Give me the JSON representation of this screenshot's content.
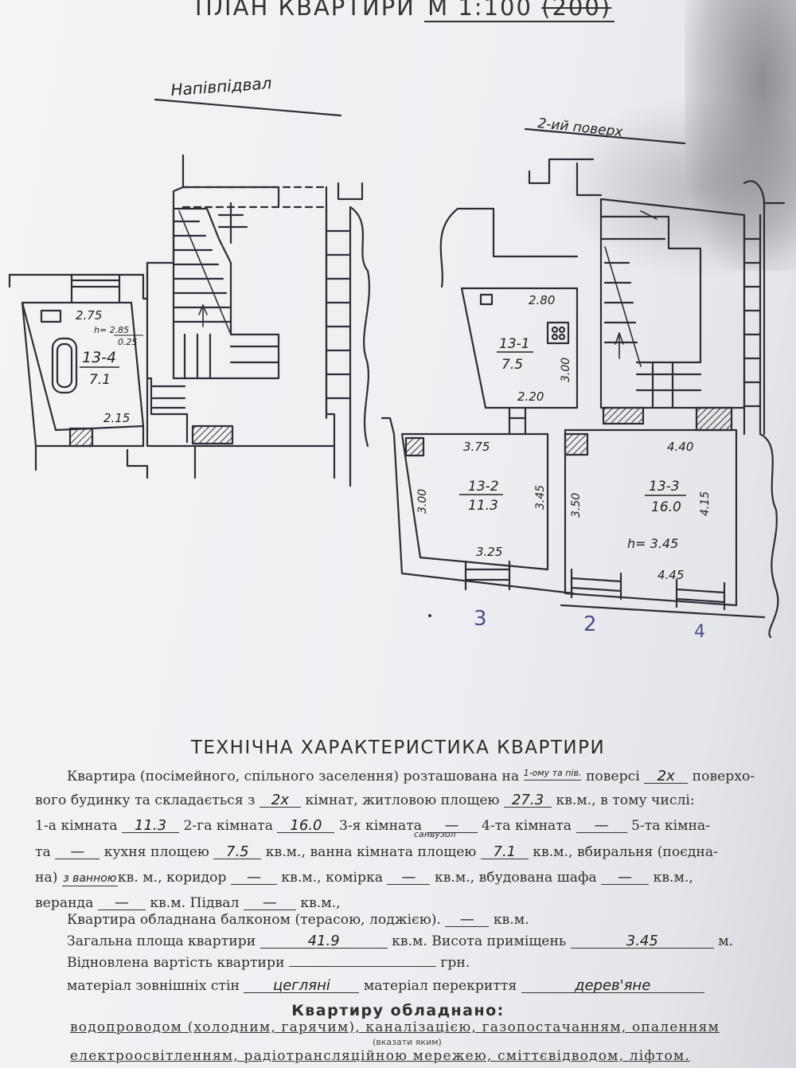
{
  "header": {
    "title": "ПЛАН КВАРТИРИ",
    "scale": "М 1:100",
    "scale_alt": "(200)"
  },
  "plan": {
    "left_label": "Напівпідвал",
    "right_label": "2-ий поверх",
    "rooms": [
      {
        "id": "13-4",
        "area": "7.1",
        "dim_top": "2.75",
        "dim_bottom": "2.15",
        "height_note": "h= 2.85",
        "height_note2": "0.25"
      },
      {
        "id": "13-1",
        "area": "7.5",
        "dim_top": "2.80",
        "dim_bottom": "2.20",
        "dim_side": "3.00"
      },
      {
        "id": "13-2",
        "area": "11.3",
        "dim_top": "3.75",
        "dim_bottom": "3.25",
        "dim_left": "3.00",
        "dim_right": "3.45"
      },
      {
        "id": "13-3",
        "area": "16.0",
        "dim_top": "4.40",
        "dim_bottom": "4.45",
        "dim_left": "3.50",
        "dim_right": "4.15",
        "height_note": "h= 3.45"
      }
    ],
    "window_numbers": [
      "3",
      "2",
      "4"
    ]
  },
  "tech": {
    "section_title": "ТЕХНІЧНА ХАРАКТЕРИСТИКА КВАРТИРИ",
    "l1_a": "Квартира (посімейного, спільного заселення) розташована на",
    "floor_value": "1-ому та пів.",
    "l1_b": "поверсі",
    "storeys_value": "2х",
    "l1_c": "поверхо-",
    "l2_a": "вого будинку та складається з",
    "rooms_value": "2х",
    "l2_b": "кімнат, житловою площею",
    "living_area": "27.3",
    "l2_c": "кв.м., в тому числі:",
    "room1_label": "1-а кімната",
    "room1": "11.3",
    "room2_label": "2-га кімната",
    "room2": "16.0",
    "room3_label": "3-я кімната",
    "room3": "—",
    "room4_label": "4-та кімната",
    "room4": "—",
    "room5_label": "5-та кімна-",
    "l4_a": "та",
    "room5": "—",
    "kitchen_label": "кухня площею",
    "kitchen": "7.5",
    "kitchen_unit": "кв.м., ванна кімната площею",
    "bath_correction": "санвузол",
    "bath": "7.1",
    "l4_c": "кв.м., вбиральня (поєдна-",
    "l5_a": "на)",
    "toilet": "з ванною",
    "l5_b": "кв. м., коридор",
    "corridor": "—",
    "l5_c": "кв.м., комірка",
    "closet": "—",
    "l5_d": "кв.м., вбудована шафа",
    "wardrobe": "—",
    "l5_e": "кв.м.,",
    "l6_a": "веранда",
    "veranda": "—",
    "l6_b": "кв.м. Підвал",
    "basement": "—",
    "l6_c": "кв.м.,",
    "l7_a": "Квартира обладнана балконом (терасою, лоджією).",
    "balcony": "—",
    "l7_b": "кв.м.",
    "l8_a": "Загальна площа квартири",
    "total_area": "41.9",
    "l8_b": "кв.м. Висота приміщень",
    "height": "3.45",
    "l8_c": "м.",
    "l9_a": "Відновлена вартість квартири",
    "cost": "",
    "l9_b": "грн.",
    "l10_a": "матеріал зовнішніх стін",
    "walls": "цегляні",
    "l10_b": "матеріал перекриття",
    "ceiling": "дерев'яне"
  },
  "equipment": {
    "title": "Квартиру обладнано:",
    "line1": "водопроводом (холодним, гарячим), каналізацією, газопостачанням, опаленням",
    "note": "(вказати яким)",
    "line2": "електроосвітленням, радіотрансляційною мережею, сміттєвідводом, ліфтом."
  }
}
